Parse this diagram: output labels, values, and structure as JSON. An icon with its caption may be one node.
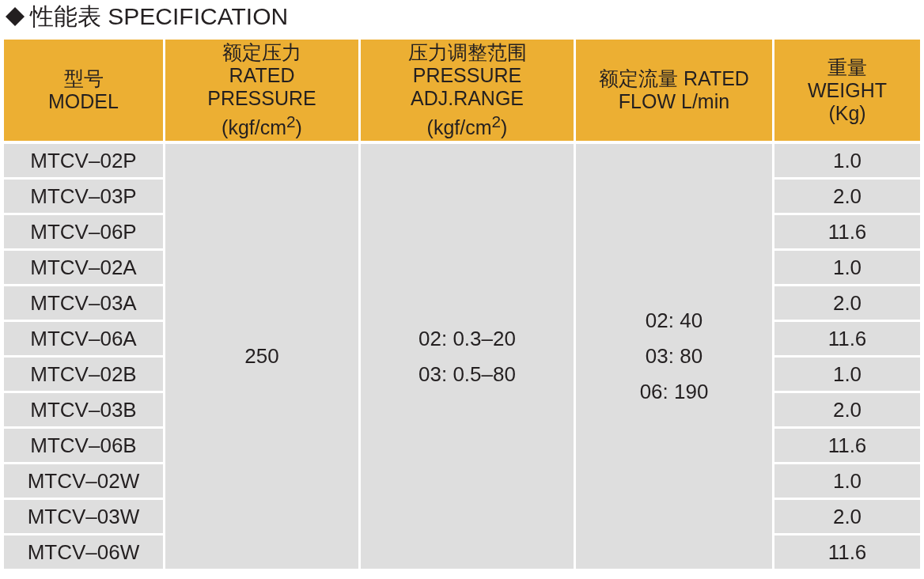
{
  "diagram": {
    "title": "性能表 SPECIFICATION",
    "labels": [
      "型号 MODEL",
      "额定压力 RATED PRESSURE (kgf/cm$^{2}$)",
      "压力调整范围 PRESSURE ADJ.RANGE (kgf/cm$^{2}$)",
      "额定流量 RATED FLOW L/min",
      "重量 WEIGHT (Kg)",
      "MTCV–02P",
      "250",
      "02: 0.3–20 03: 0.5–80",
      "02: 40 03: 80 06: 190",
      "1.0",
      "MTCV–03P",
      "2.0",
      "MTCV–06P",
      "11.6",
      "MTCV–02A",
      "1.0",
      "MTCV–03A",
      "2.0",
      "MTCV–06A",
      "11.6",
      "MTCV–02B",
      "1.0",
      "MTCV–03B",
      "2.0",
      "MTCV–06B",
      "11.6",
      "MTCV–02W",
      "1.0",
      "MTCV–03W",
      "2.0",
      "MTCV–06W",
      "11.6"
    ]
  }
}
